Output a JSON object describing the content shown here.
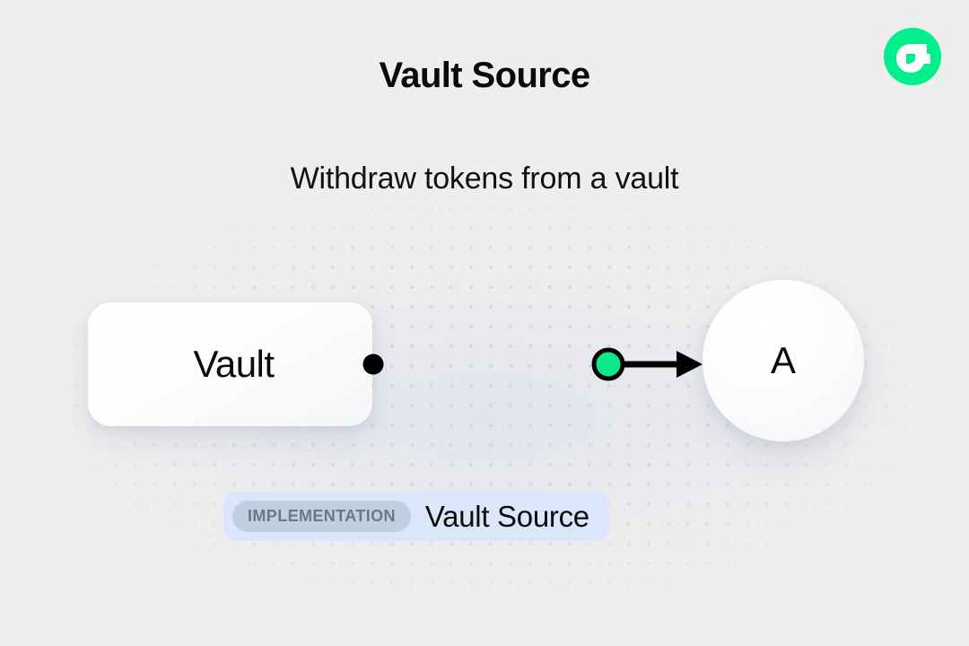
{
  "background": {
    "color": "#eeeeee",
    "dot_color": "#d8d8d8"
  },
  "header": {
    "title": "Vault Source",
    "subtitle": "Withdraw tokens from a vault"
  },
  "logo": {
    "icon_name": "flow-logo-icon",
    "circle_color": "#00ef8b",
    "mark_color": "#ffffff"
  },
  "diagram": {
    "nodes": [
      {
        "id": "vault",
        "shape": "rounded-rect",
        "label": "Vault",
        "fill": "#ffffff"
      },
      {
        "id": "account",
        "shape": "circle",
        "label": "A",
        "fill": "#ffffff"
      }
    ],
    "connector": {
      "from": "vault",
      "to": "account",
      "line_color": "#000000",
      "accent_color": "#00ef8b",
      "source_handle_color": "#000000",
      "mid_node_color": "#0ce98b",
      "mid_node_border": "#000000",
      "arrowhead_color": "#000000"
    }
  },
  "badge": {
    "kind_label": "IMPLEMENTATION",
    "name": "Vault Source",
    "container_color": "#dbe6fb",
    "pill_color": "#c2cee1",
    "pill_text_color": "#6d7785"
  }
}
